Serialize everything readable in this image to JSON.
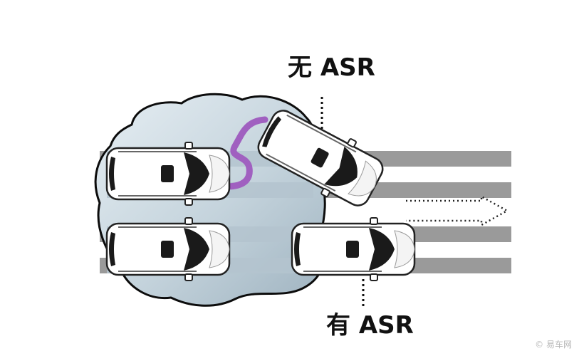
{
  "labels": {
    "without_asr": "无 ASR",
    "with_asr": "有 ASR"
  },
  "watermark": "© 易车网",
  "colors": {
    "road_stripe": "#9a9a9a",
    "ice_patch": "#c9d7df",
    "skid_trail": "#a060c0",
    "car_body": "#ffffff",
    "car_glass": "#1a1a1a"
  },
  "icons": {
    "direction_arrow": "dotted-right-arrow",
    "watermark_logo": "copyright-circle"
  }
}
